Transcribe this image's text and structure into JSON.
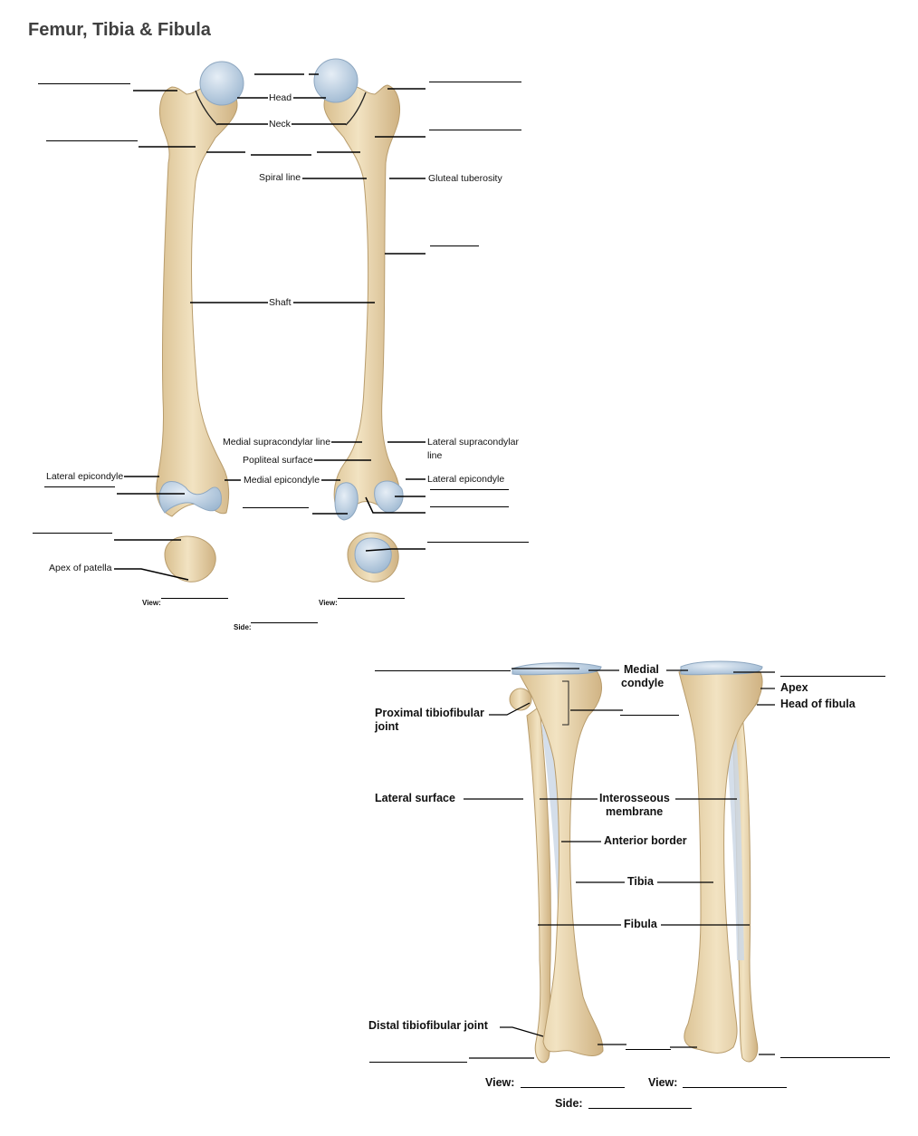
{
  "title": "Femur, Tibia & Fibula",
  "femur_labels": {
    "head": "Head",
    "neck": "Neck",
    "spiral_line": "Spiral line",
    "gluteal_tuberosity": "Gluteal tuberosity",
    "shaft": "Shaft",
    "medial_supracondylar_line": "Medial supracondylar line",
    "lateral_supracondylar_line_1": "Lateral supracondylar",
    "lateral_supracondylar_line_2": "line",
    "popliteal_surface": "Popliteal surface",
    "lateral_epicondyle_left": "Lateral epicondyle",
    "medial_epicondyle": "Medial epicondyle",
    "lateral_epicondyle_right": "Lateral epicondyle",
    "apex_of_patella": "Apex of patella"
  },
  "femur_views": {
    "view_left": "View:",
    "view_right": "View:",
    "side": "Side:"
  },
  "leg_labels": {
    "medial_condyle_1": "Medial",
    "medial_condyle_2": "condyle",
    "apex": "Apex",
    "head_of_fibula": "Head of fibula",
    "proximal_tibiofibular_1": "Proximal tibiofibular",
    "proximal_tibiofibular_2": "joint",
    "lateral_surface": "Lateral surface",
    "interosseous_1": "Interosseous",
    "interosseous_2": "membrane",
    "anterior_border": "Anterior border",
    "tibia": "Tibia",
    "fibula": "Fibula",
    "distal_tibiofibular_joint": "Distal tibiofibular joint"
  },
  "leg_views": {
    "view_left": "View:",
    "view_right": "View:",
    "side": "Side:"
  },
  "colors": {
    "bone": "#ecd9b2",
    "bone_shadow": "#c9ad7f",
    "cartilage": "#b8cde0",
    "membrane": "#c9d4e2"
  }
}
